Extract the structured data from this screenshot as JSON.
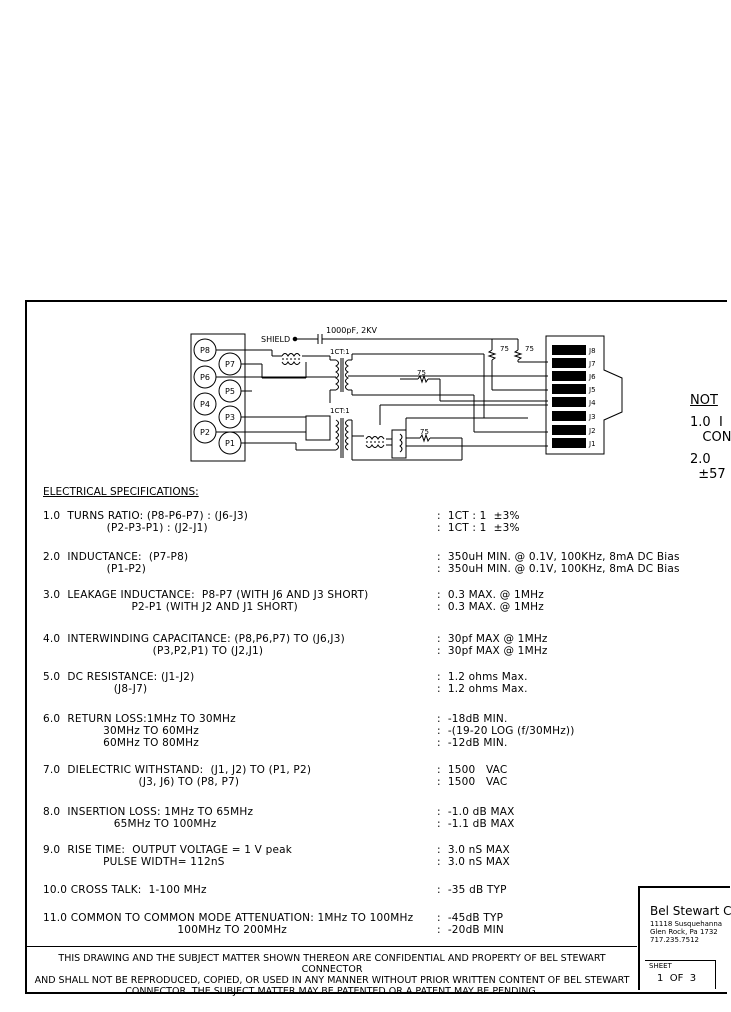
{
  "schematic": {
    "shield_label": "SHIELD",
    "cap_label": "1000pF, 2KV",
    "ratio_top": "1CT:1",
    "ratio_bot": "1CT:1",
    "res_75_a": "75",
    "res_75_b": "75",
    "res_75_c": "75",
    "res_75_d": "75",
    "pins_left": [
      "P8",
      "P7",
      "P6",
      "P5",
      "P4",
      "P3",
      "P2",
      "P1"
    ],
    "pins_right": [
      "J8",
      "J7",
      "J6",
      "J5",
      "J4",
      "J3",
      "J2",
      "J1"
    ]
  },
  "notes": {
    "title": "NOT",
    "n1a": "1.0  I",
    "n1b": "   CON",
    "n2a": "2.0",
    "n2b": "  ±57"
  },
  "spec_header": "ELECTRICAL SPECIFICATIONS:",
  "specs": {
    "s1a": "1.0  TURNS RATIO: (P8-P6-P7) : (J6-J3)",
    "s1b": "                  (P2-P3-P1) : (J2-J1)",
    "v1a": ":  1CT : 1  ±3%",
    "v1b": ":  1CT : 1  ±3%",
    "s2a": "2.0  INDUCTANCE:  (P7-P8)",
    "s2b": "                  (P1-P2)",
    "v2a": ":  350uH MIN. @ 0.1V, 100KHz, 8mA DC Bias",
    "v2b": ":  350uH MIN. @ 0.1V, 100KHz, 8mA DC Bias",
    "s3a": "3.0  LEAKAGE INDUCTANCE:  P8-P7 (WITH J6 AND J3 SHORT)",
    "s3b": "                         P2-P1 (WITH J2 AND J1 SHORT)",
    "v3a": ":  0.3 MAX. @ 1MHz",
    "v3b": ":  0.3 MAX. @ 1MHz",
    "s4a": "4.0  INTERWINDING CAPACITANCE: (P8,P6,P7) TO (J6,J3)",
    "s4b": "                               (P3,P2,P1) TO (J2,J1)",
    "v4a": ":  30pf MAX @ 1MHz",
    "v4b": ":  30pf MAX @ 1MHz",
    "s5a": "5.0  DC RESISTANCE: (J1-J2)",
    "s5b": "                    (J8-J7)",
    "v5a": ":  1.2 ohms Max.",
    "v5b": ":  1.2 ohms Max.",
    "s6a": "6.0  RETURN LOSS:1MHz TO 30MHz",
    "s6b": "                 30MHz TO 60MHz",
    "s6c": "                 60MHz TO 80MHz",
    "v6a": ":  -18dB MIN.",
    "v6b": ":  -(19-20 LOG (f/30MHz))",
    "v6c": ":  -12dB MIN.",
    "s7a": "7.0  DIELECTRIC WITHSTAND:  (J1, J2) TO (P1, P2)",
    "s7b": "                           (J3, J6) TO (P8, P7)",
    "v7a": ":  1500   VAC",
    "v7b": ":  1500   VAC",
    "s8a": "8.0  INSERTION LOSS: 1MHz TO 65MHz",
    "s8b": "                    65MHz TO 100MHz",
    "v8a": ":  -1.0 dB MAX",
    "v8b": ":  -1.1 dB MAX",
    "s9a": "9.0  RISE TIME:  OUTPUT VOLTAGE = 1 V peak",
    "s9b": "                 PULSE WIDTH= 112nS",
    "v9a": ":  3.0 nS MAX",
    "v9b": ":  3.0 nS MAX",
    "s10": "10.0 CROSS TALK:  1-100 MHz",
    "v10": ":  -35 dB TYP",
    "s11a": "11.0 COMMON TO COMMON MODE ATTENUATION: 1MHz TO 100MHz",
    "s11b": "                                      100MHz TO 200MHz",
    "v11a": ":  -45dB TYP",
    "v11b": ":  -20dB MIN"
  },
  "footer": {
    "line1": "THIS DRAWING AND THE SUBJECT MATTER SHOWN THEREON ARE CONFIDENTIAL AND PROPERTY OF BEL STEWART CONNECTOR",
    "line2": "AND SHALL NOT BE REPRODUCED, COPIED, OR USED IN ANY MANNER WITHOUT PRIOR WRITTEN CONTENT OF BEL STEWART",
    "line3": "CONNECTOR.  THE SUBJECT MATTER MAY BE PATENTED OR A PATENT MAY BE PENDING."
  },
  "title_block": {
    "company": "Bel Stewart C",
    "addr1": "11118 Susquehanna",
    "addr2": "Glen Rock, Pa  1732",
    "addr3": "717.235.7512",
    "sheet_label": "SHEET",
    "sheet_value": "1  OF  3"
  }
}
